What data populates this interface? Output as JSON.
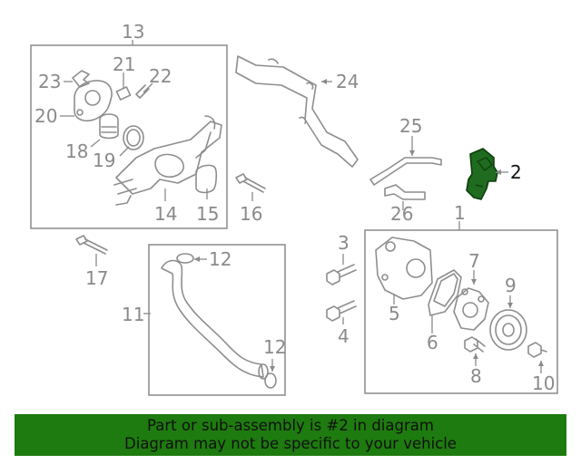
{
  "callouts": {
    "c1": "1",
    "c2": "2",
    "c3": "3",
    "c4": "4",
    "c5": "5",
    "c6": "6",
    "c7": "7",
    "c8": "8",
    "c9": "9",
    "c10": "10",
    "c11": "11",
    "c12a": "12",
    "c12b": "12",
    "c13": "13",
    "c14": "14",
    "c15": "15",
    "c16": "16",
    "c17": "17",
    "c18": "18",
    "c19": "19",
    "c20": "20",
    "c21": "21",
    "c22": "22",
    "c23": "23",
    "c24": "24",
    "c25": "25",
    "c26": "26"
  },
  "highlight_part": "2",
  "colors": {
    "line": "#8e8e8e",
    "highlight_fill": "#1f6b1f",
    "highlight_stroke": "#0d3d0d",
    "banner_bg": "#1e7b0f",
    "banner_text": "#111111"
  },
  "banner": {
    "line1": "Part or sub-assembly is #2 in diagram",
    "line2": "Diagram may not be specific to your vehicle"
  }
}
